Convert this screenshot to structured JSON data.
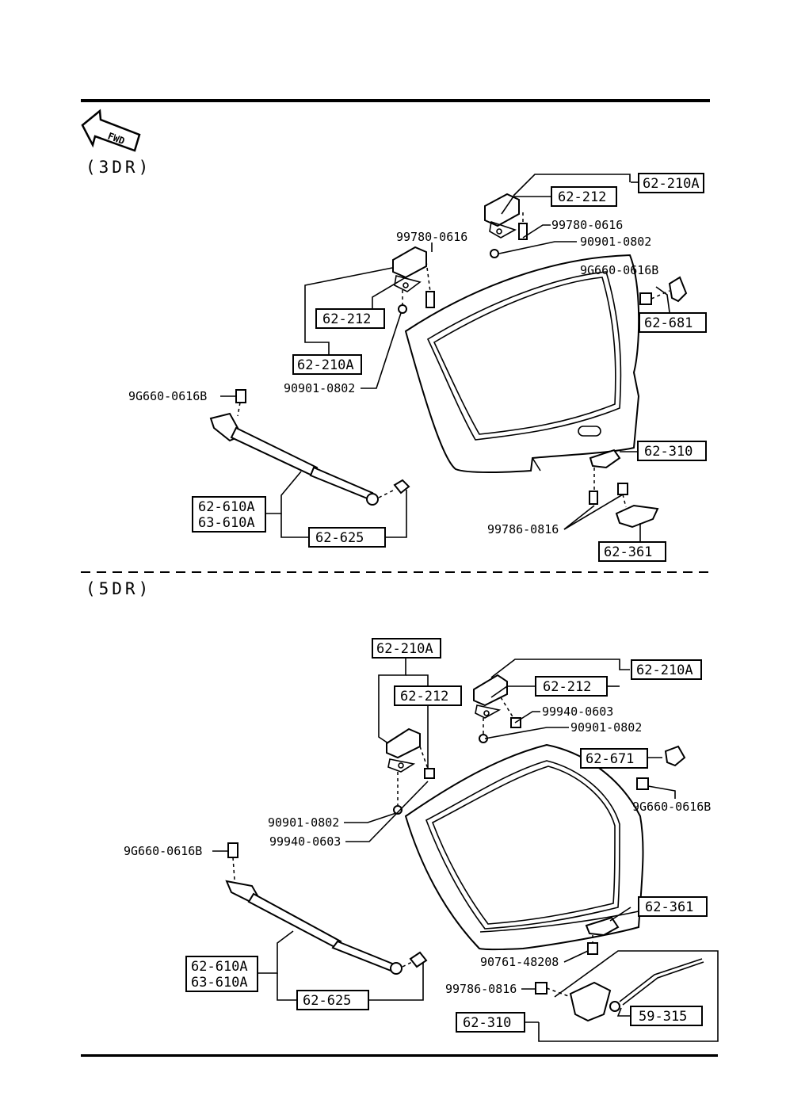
{
  "sections": {
    "three_door": "(3DR)",
    "five_door": "(5DR)"
  },
  "fwd_label": "FWD",
  "colors": {
    "ink": "#000000",
    "paper": "#ffffff"
  },
  "three_door": {
    "boxes": {
      "hinge_assy_right": "62-210A",
      "hinge_right": "62-212",
      "hinge_left": "62-212",
      "hinge_assy_left": "62-210A",
      "stopper": "62-681",
      "latch": "62-310",
      "striker": "62-361",
      "damper_a": "62-610A",
      "damper_b": "63-610A",
      "damper_bracket": "62-625"
    },
    "labels": {
      "bolt_right": "99780-0616",
      "nut_right": "90901-0802",
      "bolt_left": "99780-0616",
      "nut_left": "90901-0802",
      "screw_stopper": "9G660-0616B",
      "screw_damper": "9G660-0616B",
      "bolt_striker": "99786-0816"
    }
  },
  "five_door": {
    "boxes": {
      "hinge_assy_left": "62-210A",
      "hinge_left": "62-212",
      "hinge_assy_right": "62-210A",
      "hinge_right": "62-212",
      "stopper": "62-671",
      "striker": "62-361",
      "latch": "62-310",
      "rod": "59-315",
      "damper_a": "62-610A",
      "damper_b": "63-610A",
      "damper_bracket": "62-625"
    },
    "labels": {
      "bolt_right": "99940-0603",
      "nut_right": "90901-0802",
      "screw_stopper": "9G660-0616B",
      "nut_left": "90901-0802",
      "bolt_left": "99940-0603",
      "screw_damper": "9G660-0616B",
      "bolt_striker": "90761-48208",
      "bolt_latch": "99786-0816"
    }
  }
}
